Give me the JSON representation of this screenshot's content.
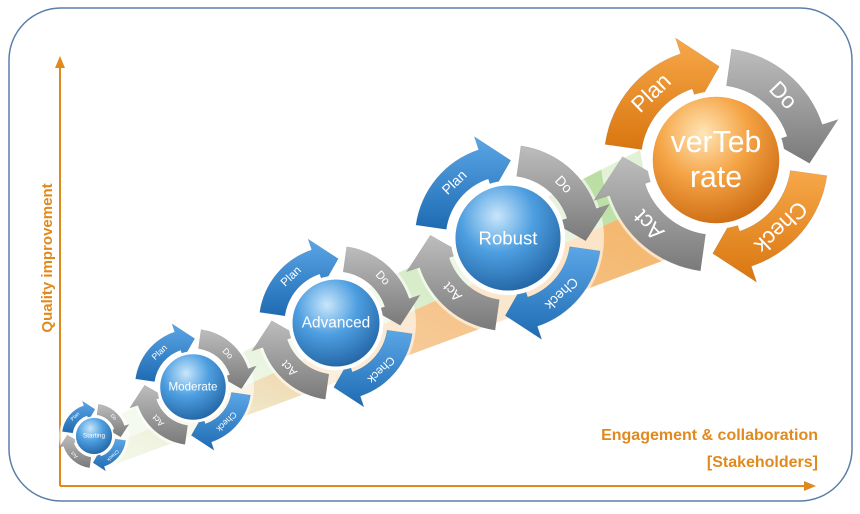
{
  "axes": {
    "y_label": "Quality  improvement",
    "x_label_line1": "Engagement & collaboration",
    "x_label_line2": "[Stakeholders]"
  },
  "cycle_labels": {
    "plan": "Plan",
    "do": "Do",
    "check": "Check",
    "act": "Act"
  },
  "stages": [
    {
      "name": "Starting",
      "theme": "blue"
    },
    {
      "name": "Moderate",
      "theme": "blue"
    },
    {
      "name": "Advanced",
      "theme": "blue"
    },
    {
      "name": "Robust",
      "theme": "blue"
    },
    {
      "name": "verTeb rate",
      "theme": "orange"
    }
  ],
  "colors": {
    "frame": "#5a7fa8",
    "axis": "#e08a1e",
    "blue": "#2f86cf",
    "blue_light": "#9fcdf2",
    "gray": "#8c8c8c",
    "gray_light": "#d8d8d8",
    "orange": "#ef8c1c",
    "orange_light": "#ffd08a",
    "ribbon_green": "#cfe7b4",
    "ribbon_orange": "#f7c88b"
  }
}
